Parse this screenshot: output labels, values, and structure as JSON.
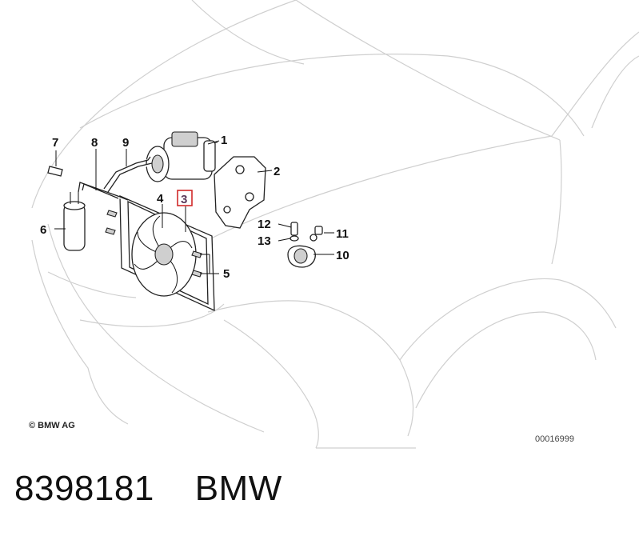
{
  "labels": {
    "p1": "1",
    "p2": "2",
    "p3": "3",
    "p4": "4",
    "p5": "5",
    "p6": "6",
    "p7": "7",
    "p8": "8",
    "p9": "9",
    "p10": "10",
    "p11": "11",
    "p12": "12",
    "p13": "13"
  },
  "highlight_color": "#d02a2a",
  "copyright": "© BMW AG",
  "diagram_number": "00016999",
  "footer": {
    "part_number": "8398181",
    "brand": "BMW"
  }
}
